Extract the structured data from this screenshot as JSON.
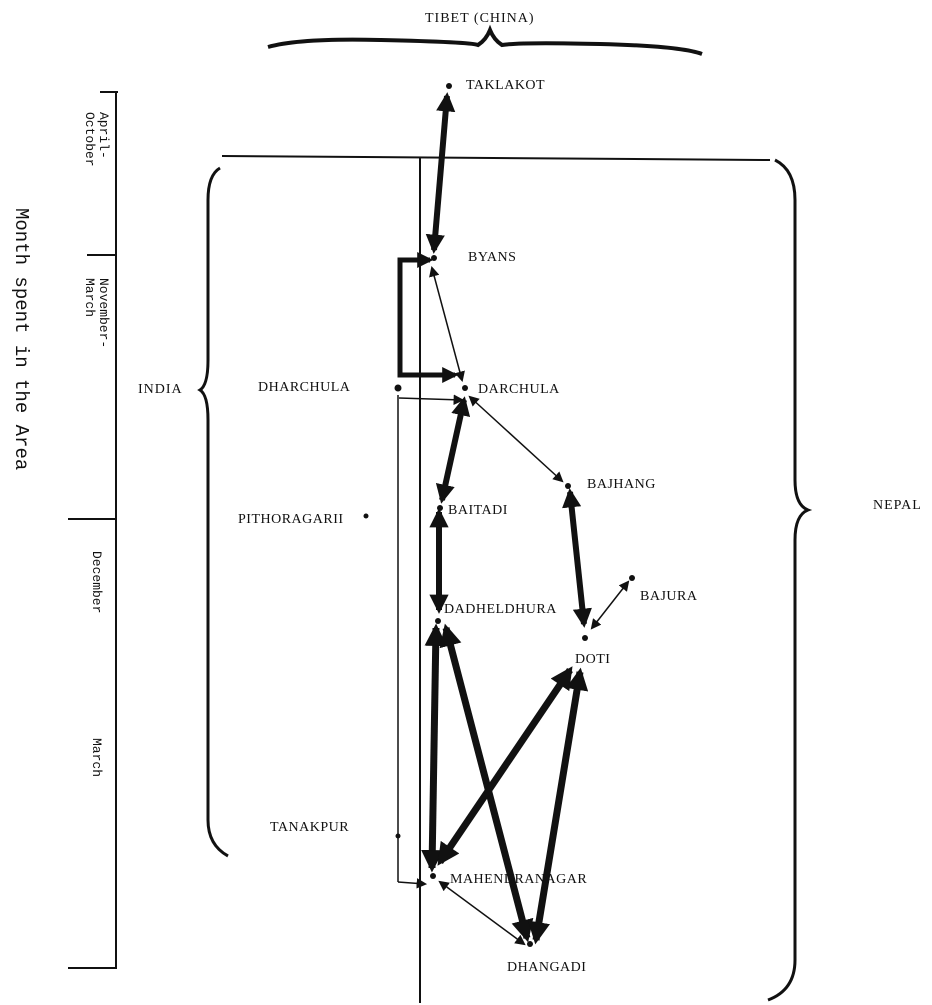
{
  "regions": {
    "tibet": "TIBET (CHINA)",
    "india": "INDIA",
    "nepal": "NEPAL"
  },
  "axis": {
    "title": "Month spent in the Area",
    "periods": [
      "April-\nOctober",
      "November-\nMarch",
      "December",
      "March"
    ]
  },
  "places": {
    "taklakot": "TAKLAKOT",
    "byans": "BYANS",
    "dharchula": "DHARCHULA",
    "darchula": "DARCHULA",
    "bajhang": "BAJHANG",
    "pithoragarh": "PITHORAGARII",
    "baitadi": "BAITADI",
    "bajura": "BAJURA",
    "dadheldhura": "DADHELDHURA",
    "doti": "DOTI",
    "tanakpur": "TANAKPUR",
    "mahendranagar": "MAHENDRANAGAR",
    "dhangadi": "DHANGADI"
  },
  "colors": {
    "ink": "#111111",
    "paper": "#ffffff"
  }
}
